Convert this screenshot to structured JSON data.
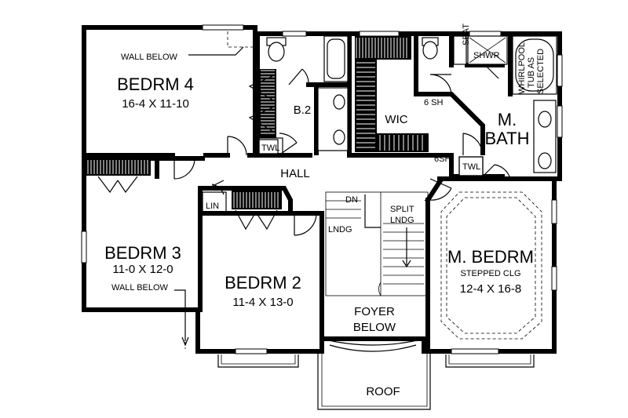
{
  "rooms": {
    "bedrm4": {
      "name": "BEDRM 4",
      "dim": "16-4 X 11-10"
    },
    "bedrm3": {
      "name": "BEDRM 3",
      "dim": "11-0 X 12-0"
    },
    "bedrm2": {
      "name": "BEDRM 2",
      "dim": "11-4 X 13-0"
    },
    "mbedrm": {
      "name": "M. BEDRM",
      "note": "STEPPED CLG",
      "dim": "12-4 X 16-8"
    },
    "mbath": {
      "line1": "M.",
      "line2": "BATH"
    },
    "b2": "B.2",
    "wic": "WIC",
    "hall": "HALL",
    "foyer": {
      "line1": "FOYER",
      "line2": "BELOW"
    },
    "roof": "ROOF"
  },
  "labels": {
    "wall_below_top": "WALL BELOW",
    "wall_below_left": "WALL BELOW",
    "twl_left": "TWL",
    "twl_right": "TWL",
    "lin": "LIN",
    "dn": "DN",
    "lndg": "LNDG",
    "split1": "SPLIT",
    "split2": "LNDG",
    "sh6_top": "6 SH",
    "sh6_mid": "6SH",
    "seat": "SEAT",
    "shwr": "SHWR",
    "whirlpool1": "WHIRLPOOL",
    "whirlpool2": "TUB AS",
    "whirlpool3": "SELECTED"
  }
}
